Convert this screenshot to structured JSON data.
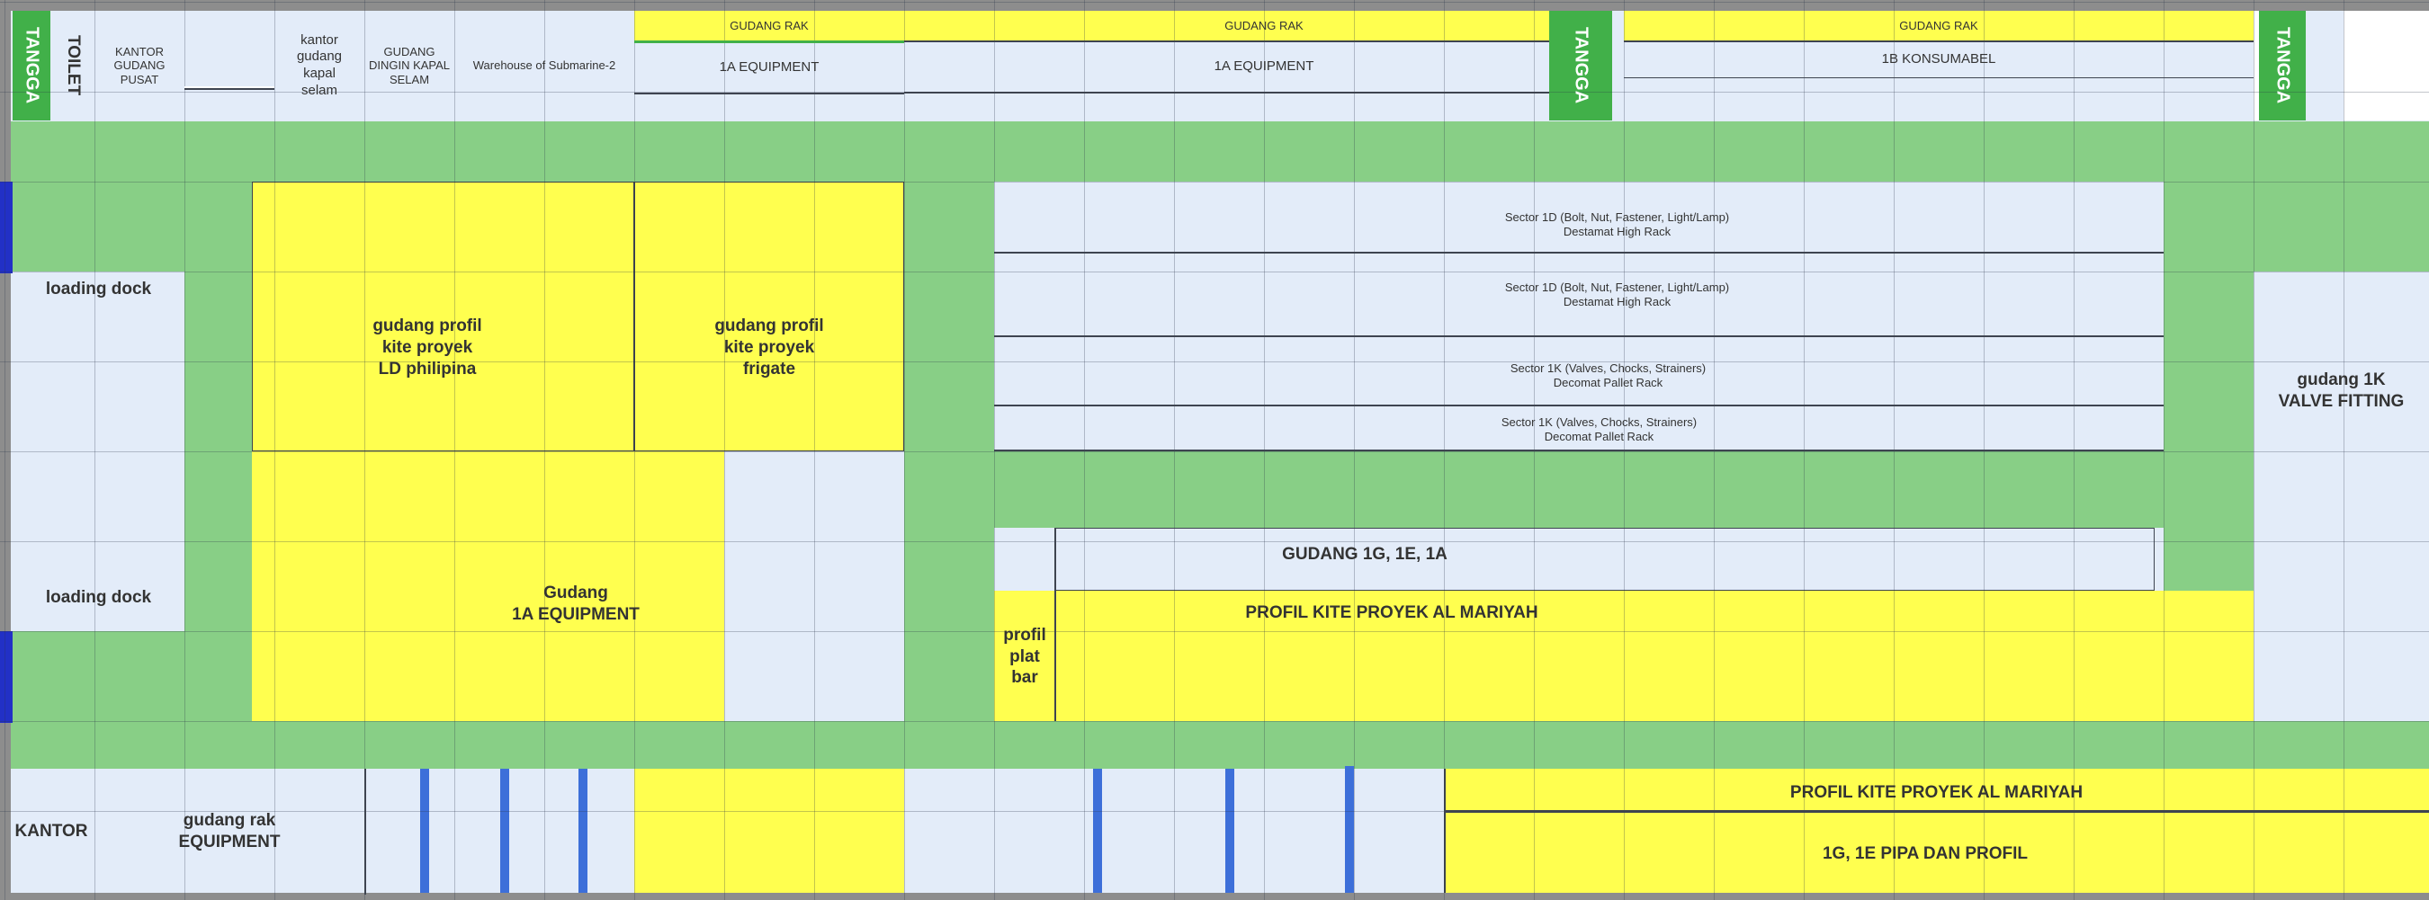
{
  "top_row": {
    "tangga_left": "TANGGA",
    "toilet": "TOILET",
    "kantor_gudang_pusat": "KANTOR\nGUDANG\nPUSAT",
    "kantor_gudang_kapal_selam": "kantor\ngudang\nkapal\nselam",
    "gudang_dingin": "GUDANG\nDINGIN KAPAL\nSELAM",
    "warehouse_submarine": "Warehouse of Submarine-2",
    "rack_a_header": "GUDANG RAK",
    "rack_a_label": "1A EQUIPMENT",
    "rack_b_header": "GUDANG RAK",
    "rack_b_label": "1A EQUIPMENT",
    "tangga_mid": "TANGGA",
    "rack_c_header": "GUDANG RAK",
    "rack_c_label": "1B KONSUMABEL",
    "tangga_right": "TANGGA"
  },
  "middle": {
    "loading_dock_top": "loading dock",
    "loading_dock_bottom": "loading dock",
    "ld_philipina": "gudang profil\nkite proyek\nLD philipina",
    "frigate": "gudang profil\nkite proyek\nfrigate",
    "gudang_1a": "Gudang\n1A EQUIPMENT",
    "sector_1d_a": "Sector 1D (Bolt, Nut, Fastener, Light/Lamp)\nDestamat High Rack",
    "sector_1d_b": "Sector 1D (Bolt, Nut, Fastener, Light/Lamp)\nDestamat High Rack",
    "sector_1k_a": "Sector 1K (Valves, Chocks, Strainers)\nDecomat Pallet Rack",
    "sector_1k_b": "Sector 1K (Valves, Chocks, Strainers)\nDecomat Pallet Rack",
    "gudang_1g": "GUDANG 1G, 1E, 1A",
    "profil_plat_bar": "profil\nplat\nbar",
    "profil_mariyah_mid": "PROFIL KITE PROYEK AL MARIYAH",
    "gudang_1k": "gudang 1K\nVALVE FITTING"
  },
  "bottom": {
    "kantor": "KANTOR",
    "gudang_rak_equipment": "gudang rak\nEQUIPMENT",
    "profil_mariyah_bottom": "PROFIL KITE PROYEK AL MARIYAH",
    "pipa_profil": "1G, 1E PIPA DAN PROFIL"
  },
  "colors": {
    "aisle_green": "#88cf86",
    "stair_green": "#41b049",
    "project_yellow": "#ffff4f",
    "rack_blue": "#e3ecf9",
    "column_blue": "#3d6fd9"
  }
}
